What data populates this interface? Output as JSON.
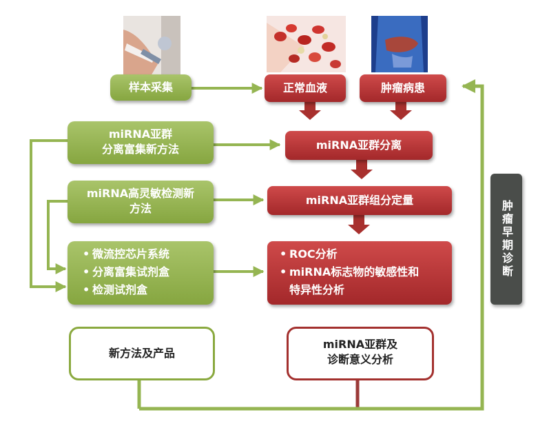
{
  "steps": {
    "sample_collection": "样本采集",
    "normal_blood": "正常血液",
    "tumor_patient": "肿瘤病患",
    "separation": "miRNA亚群分离",
    "quantification": "miRNA亚群组分定量",
    "analysis_items": [
      "ROC分析",
      "miRNA标志物的敏感性和",
      "特异性分析"
    ]
  },
  "methods": {
    "enrichment_line1": "miRNA亚群",
    "enrichment_line2": "分离富集新方法",
    "detection_line1": "miRNA高灵敏检测新",
    "detection_line2": "方法",
    "product_items": [
      "微流控芯片系统",
      "分离富集试剂盒",
      "检测试剂盒"
    ]
  },
  "outputs": {
    "new_methods": "新方法及产品",
    "diagnosis_line1": "miRNA亚群及",
    "diagnosis_line2": "诊断意义分析"
  },
  "side_label": "肿瘤早期诊断",
  "colors": {
    "green": "#95b552",
    "red": "#b83234",
    "dark_panel": "#4a4d4a"
  }
}
